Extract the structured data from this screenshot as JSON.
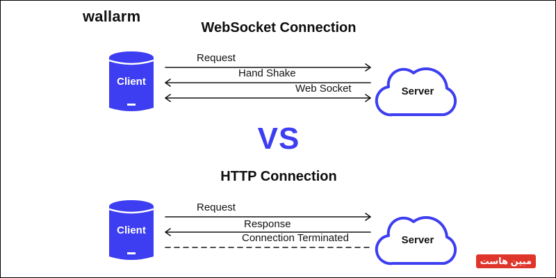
{
  "brand": {
    "name": "wallarm"
  },
  "watermark": {
    "text": "مبین هاست"
  },
  "websocket_section": {
    "title": "WebSocket Connection",
    "client_label": "Client",
    "server_label": "Server",
    "messages": [
      "Request",
      "Hand Shake",
      "Web Socket"
    ]
  },
  "separator": {
    "text": "VS"
  },
  "http_section": {
    "title": "HTTP Connection",
    "client_label": "Client",
    "server_label": "Server",
    "messages": [
      "Request",
      "Response",
      "Connection Terminated"
    ]
  },
  "colors": {
    "accent": "#3d3df2",
    "cloud_stroke": "#3d3df2",
    "text": "#111111",
    "watermark_bg": "#e0352b"
  }
}
